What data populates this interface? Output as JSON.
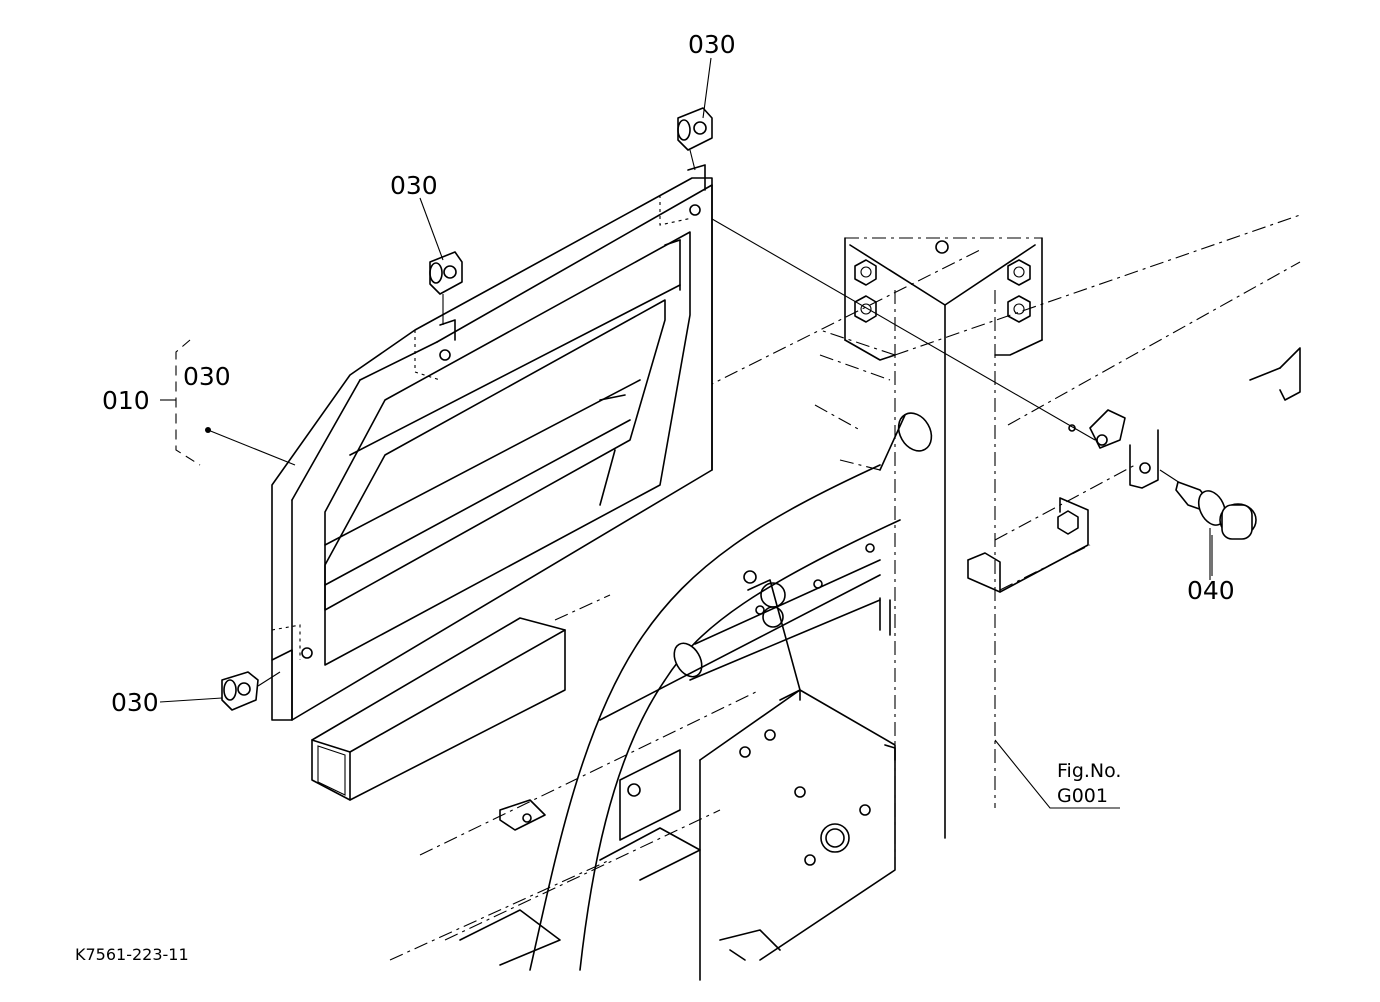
{
  "figure": {
    "callouts": [
      {
        "id": "030-top",
        "text": "030"
      },
      {
        "id": "030-upper",
        "text": "030"
      },
      {
        "id": "030-bracket",
        "text": "030"
      },
      {
        "id": "030-lower",
        "text": "030"
      },
      {
        "id": "010",
        "text": "010"
      },
      {
        "id": "040",
        "text": "040"
      }
    ],
    "fig_ref": {
      "line1": "Fig.No.",
      "line2": "G001"
    },
    "drawing_code": "K7561-223-11"
  }
}
